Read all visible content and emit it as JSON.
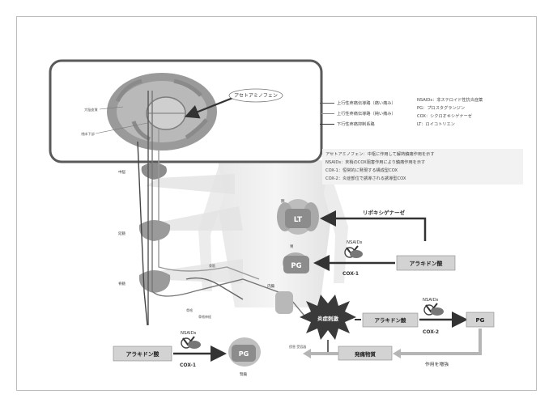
{
  "callout_label": "アセトアミノフェン",
  "brain_labels": {
    "cortex": "大脳皮質",
    "thalamus": "視床下部"
  },
  "spine_labels": {
    "level1": "中脳",
    "level2": "延髄",
    "level3": "脊髄"
  },
  "legend_lines": [
    "上行性疼痛伝導路（痛い痛み）",
    "上行性疼痛伝導路（鈍い痛み）",
    "下行性疼痛抑制系路"
  ],
  "abbreviations": [
    "NSAIDs：非ステロイド性抗炎症薬",
    "PG：プロスタグランジン",
    "COX：シクロオキシゲナーゼ",
    "LT：ロイコトリエン"
  ],
  "notes": [
    "アセトアミノフェン：中枢に作用して解熱鎮痛作用を示す",
    "NSAIDs：末梢のCOX阻害作用により鎮痛作用を示す",
    "COX-1：恒常的に発現する構成型COX",
    "COX-2：炎症部位で誘導される誘導型COX"
  ],
  "organ_labels": {
    "lung": "肺",
    "stomach": "胃",
    "gut": "内臓",
    "skin": "皮膚",
    "kidney": "腎臓"
  },
  "nerve_labels": {
    "a": "骨筋",
    "b": "骨格",
    "c": "骨格神経",
    "d": "侵害\n受容器"
  },
  "enzyme": "リポキシゲナーゼ",
  "lt": "LT",
  "pg": "PG",
  "arachidonic": "アラキドン酸",
  "nsaids": "NSAIDs",
  "cox1": "COX-1",
  "cox2": "COX-2",
  "inflammation": "炎症刺激",
  "pain_substance": "発痛物質",
  "enhance": "作用を増強",
  "colors": {
    "frame": "#5a5a5a",
    "box_fill": "#d9d9d9",
    "arrow": "#333333",
    "burst": "#3a3a3a"
  }
}
